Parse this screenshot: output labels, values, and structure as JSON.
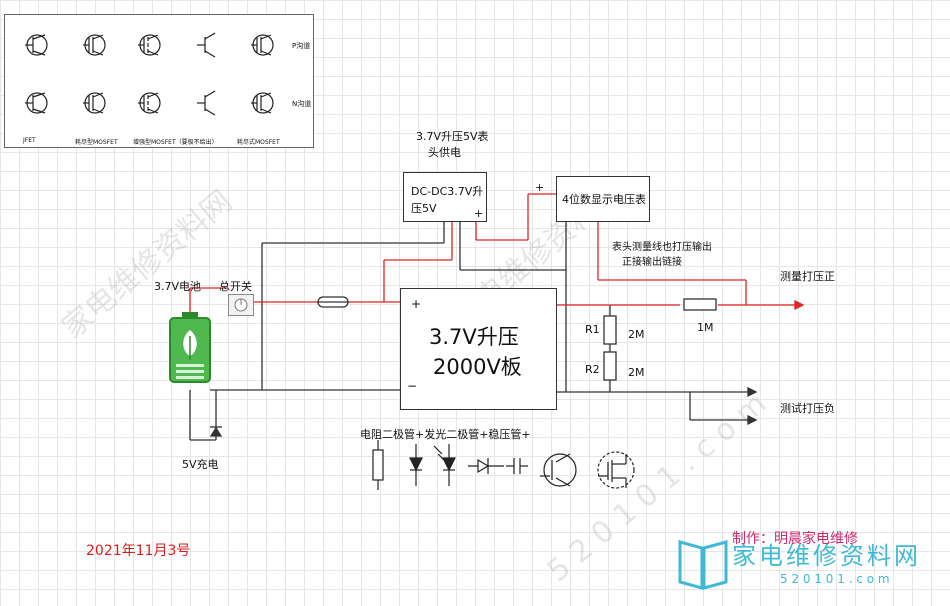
{
  "legend_panel": {
    "row1_label": "P沟道",
    "row2_label": "N沟道",
    "col_labels": [
      "JFET",
      "耗尽型MOSFET",
      "增强型MOSFET（要极不给出）",
      "耗尽式MOSFET"
    ]
  },
  "header": {
    "converter_note_line1": "3.7V升压5V表",
    "converter_note_line2": "头供电"
  },
  "boxes": {
    "dcdc_line1": "DC-DC3.7V升",
    "dcdc_line2": "压5V",
    "voltmeter": "4位数显示电压表",
    "board_line1": "3.7V升压",
    "board_line2": "2000V板"
  },
  "labels": {
    "battery": "3.7V电池",
    "main_switch": "总开关",
    "charge": "5V充电",
    "meter_note_line1": "表头测量线也打压输出",
    "meter_note_line2": "正接输出链接",
    "output_pos": "测量打压正",
    "output_neg": "测试打压负",
    "r1": "R1",
    "r2": "R2",
    "r1_value": "2M",
    "r2_value": "2M",
    "series_resistor": "1M",
    "plus": "+",
    "minus": "−",
    "components_caption": "电阻二极管+发光二极管+稳压管+"
  },
  "footer": {
    "date": "2021年11月3号",
    "credit": "制作：明晨家电维修",
    "logo_text": "家电维修资料网",
    "logo_url": "5 2 0 1 0 1 . c o m"
  },
  "colors": {
    "wire_red": "#e02424",
    "wire_dark": "#333333",
    "date_red": "#d81e1e",
    "logo_cyan": "#3fb9d6"
  }
}
